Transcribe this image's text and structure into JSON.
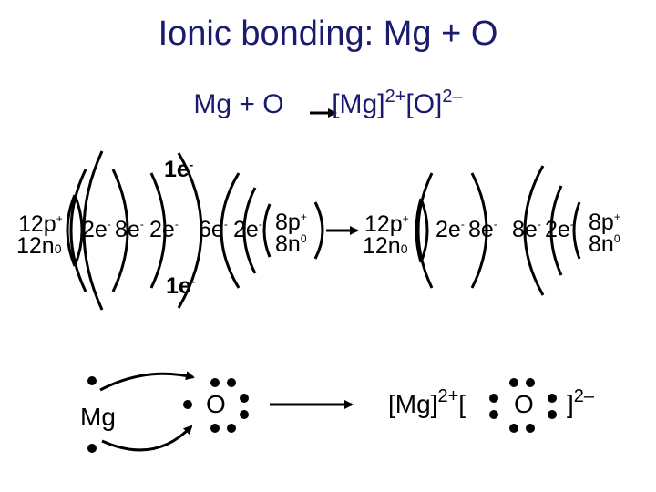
{
  "title": "Ionic bonding:  Mg + O",
  "equation": {
    "reactants": "Mg + O",
    "arrow": "→",
    "product_mg": "[Mg]",
    "product_mg_charge": "2+",
    "product_o": "[O]",
    "product_o_charge": "2–"
  },
  "transfer": {
    "top_label": "1e",
    "top_sup": "-",
    "bottom_label": "1e",
    "bottom_sup": "-"
  },
  "mg_atom": {
    "protons": "12p",
    "protons_sup": "+",
    "neutrons": "12n",
    "neutrons_sup": "0",
    "shells": [
      {
        "label": "2e",
        "sup": "-"
      },
      {
        "label": "8e",
        "sup": "-"
      },
      {
        "label": "2e",
        "sup": "-"
      }
    ]
  },
  "o_atom": {
    "protons": "8p",
    "protons_sup": "+",
    "neutrons": "8n",
    "neutrons_sup": "0",
    "shells": [
      {
        "label": "6e",
        "sup": "-"
      },
      {
        "label": "2e",
        "sup": "-"
      }
    ]
  },
  "mg_ion": {
    "protons": "12p",
    "protons_sup": "+",
    "neutrons": "12n",
    "neutrons_sup": "0",
    "shells": [
      {
        "label": "2e",
        "sup": "-"
      },
      {
        "label": "8e",
        "sup": "-"
      }
    ]
  },
  "o_ion": {
    "protons": "8p",
    "protons_sup": "+",
    "neutrons": "8n",
    "neutrons_sup": "0",
    "shells": [
      {
        "label": "8e",
        "sup": "-"
      },
      {
        "label": "2e",
        "sup": "-"
      }
    ]
  },
  "lewis": {
    "mg_symbol": "Mg",
    "o_symbol": "O",
    "ion_mg_bracket": "[Mg]",
    "ion_mg_charge": "2+",
    "ion_open_bracket": "[",
    "ion_o_symbol": "O",
    "ion_close_bracket": "]",
    "ion_o_charge": "2–"
  },
  "colors": {
    "title": "#1a1a6e",
    "ink": "#000000",
    "background": "#ffffff"
  }
}
